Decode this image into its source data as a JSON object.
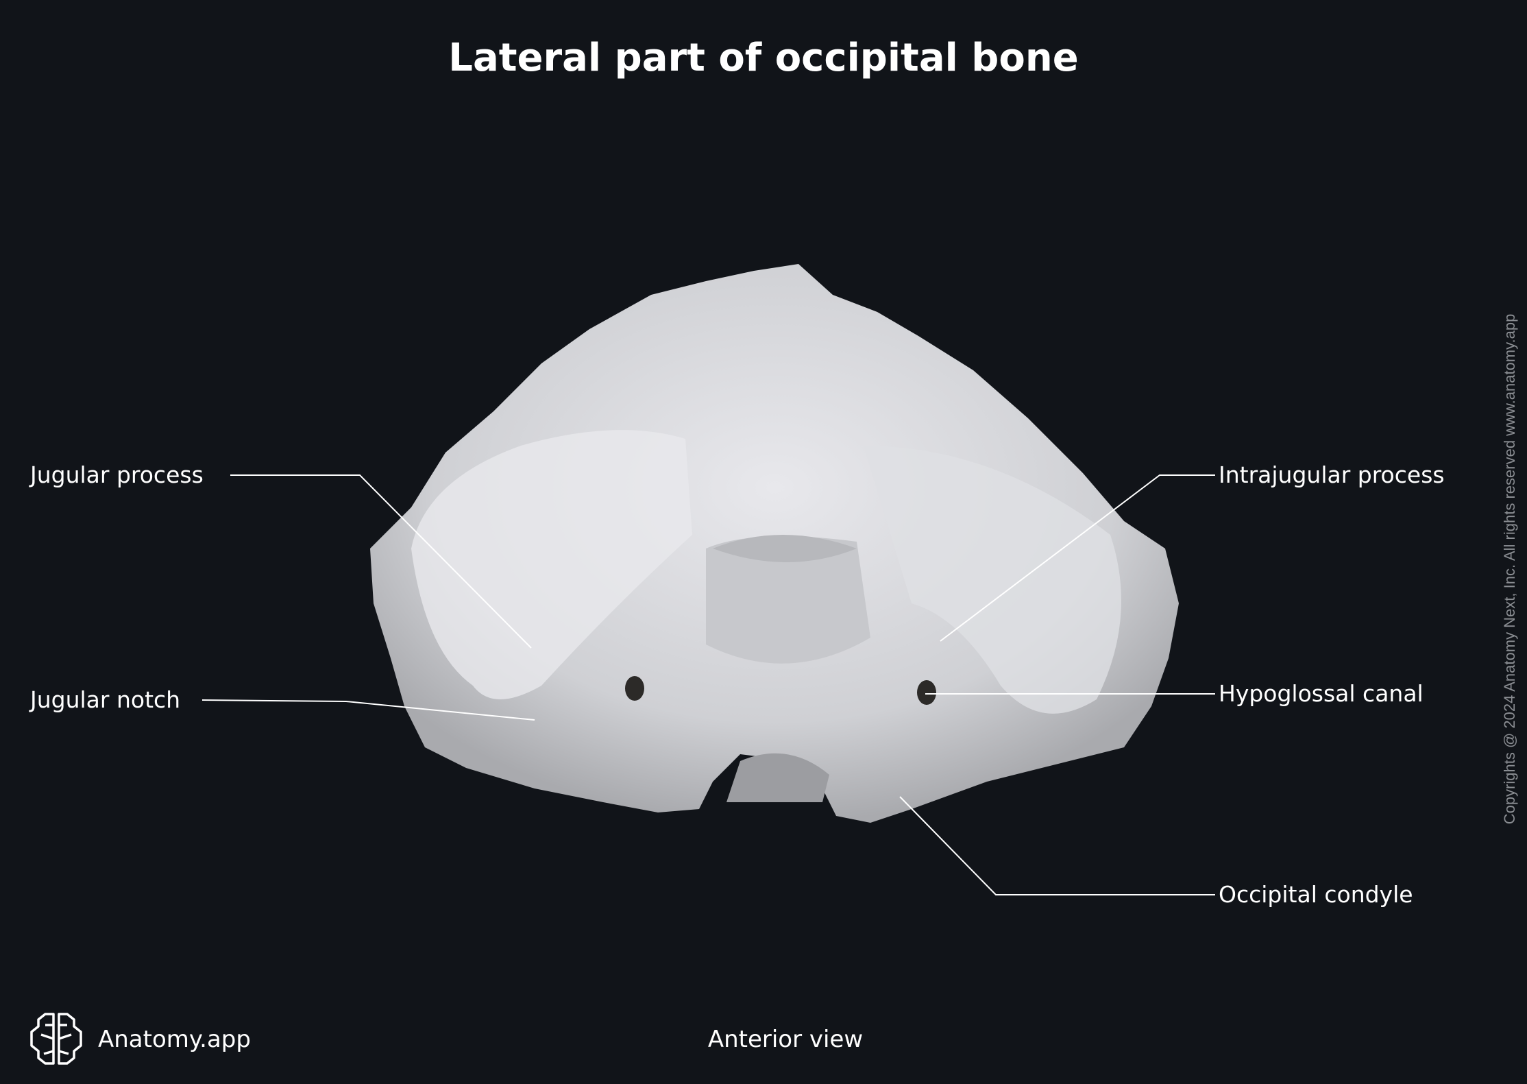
{
  "title": "Lateral part of occipital bone",
  "labels": {
    "jugular_process": "Jugular process",
    "jugular_notch": "Jugular notch",
    "intrajugular_process": "Intrajugular process",
    "hypoglossal_canal": "Hypoglossal canal",
    "occipital_condyle": "Occipital condyle"
  },
  "view": "Anterior view",
  "brand": "Anatomy.app",
  "copyright": "Copyrights @ 2024 Anatomy Next, Inc. All rights reserved www.anatomy.app",
  "colors": {
    "background": "#111419",
    "bone": "#d9dadd",
    "leader_line": "#ffffff"
  }
}
